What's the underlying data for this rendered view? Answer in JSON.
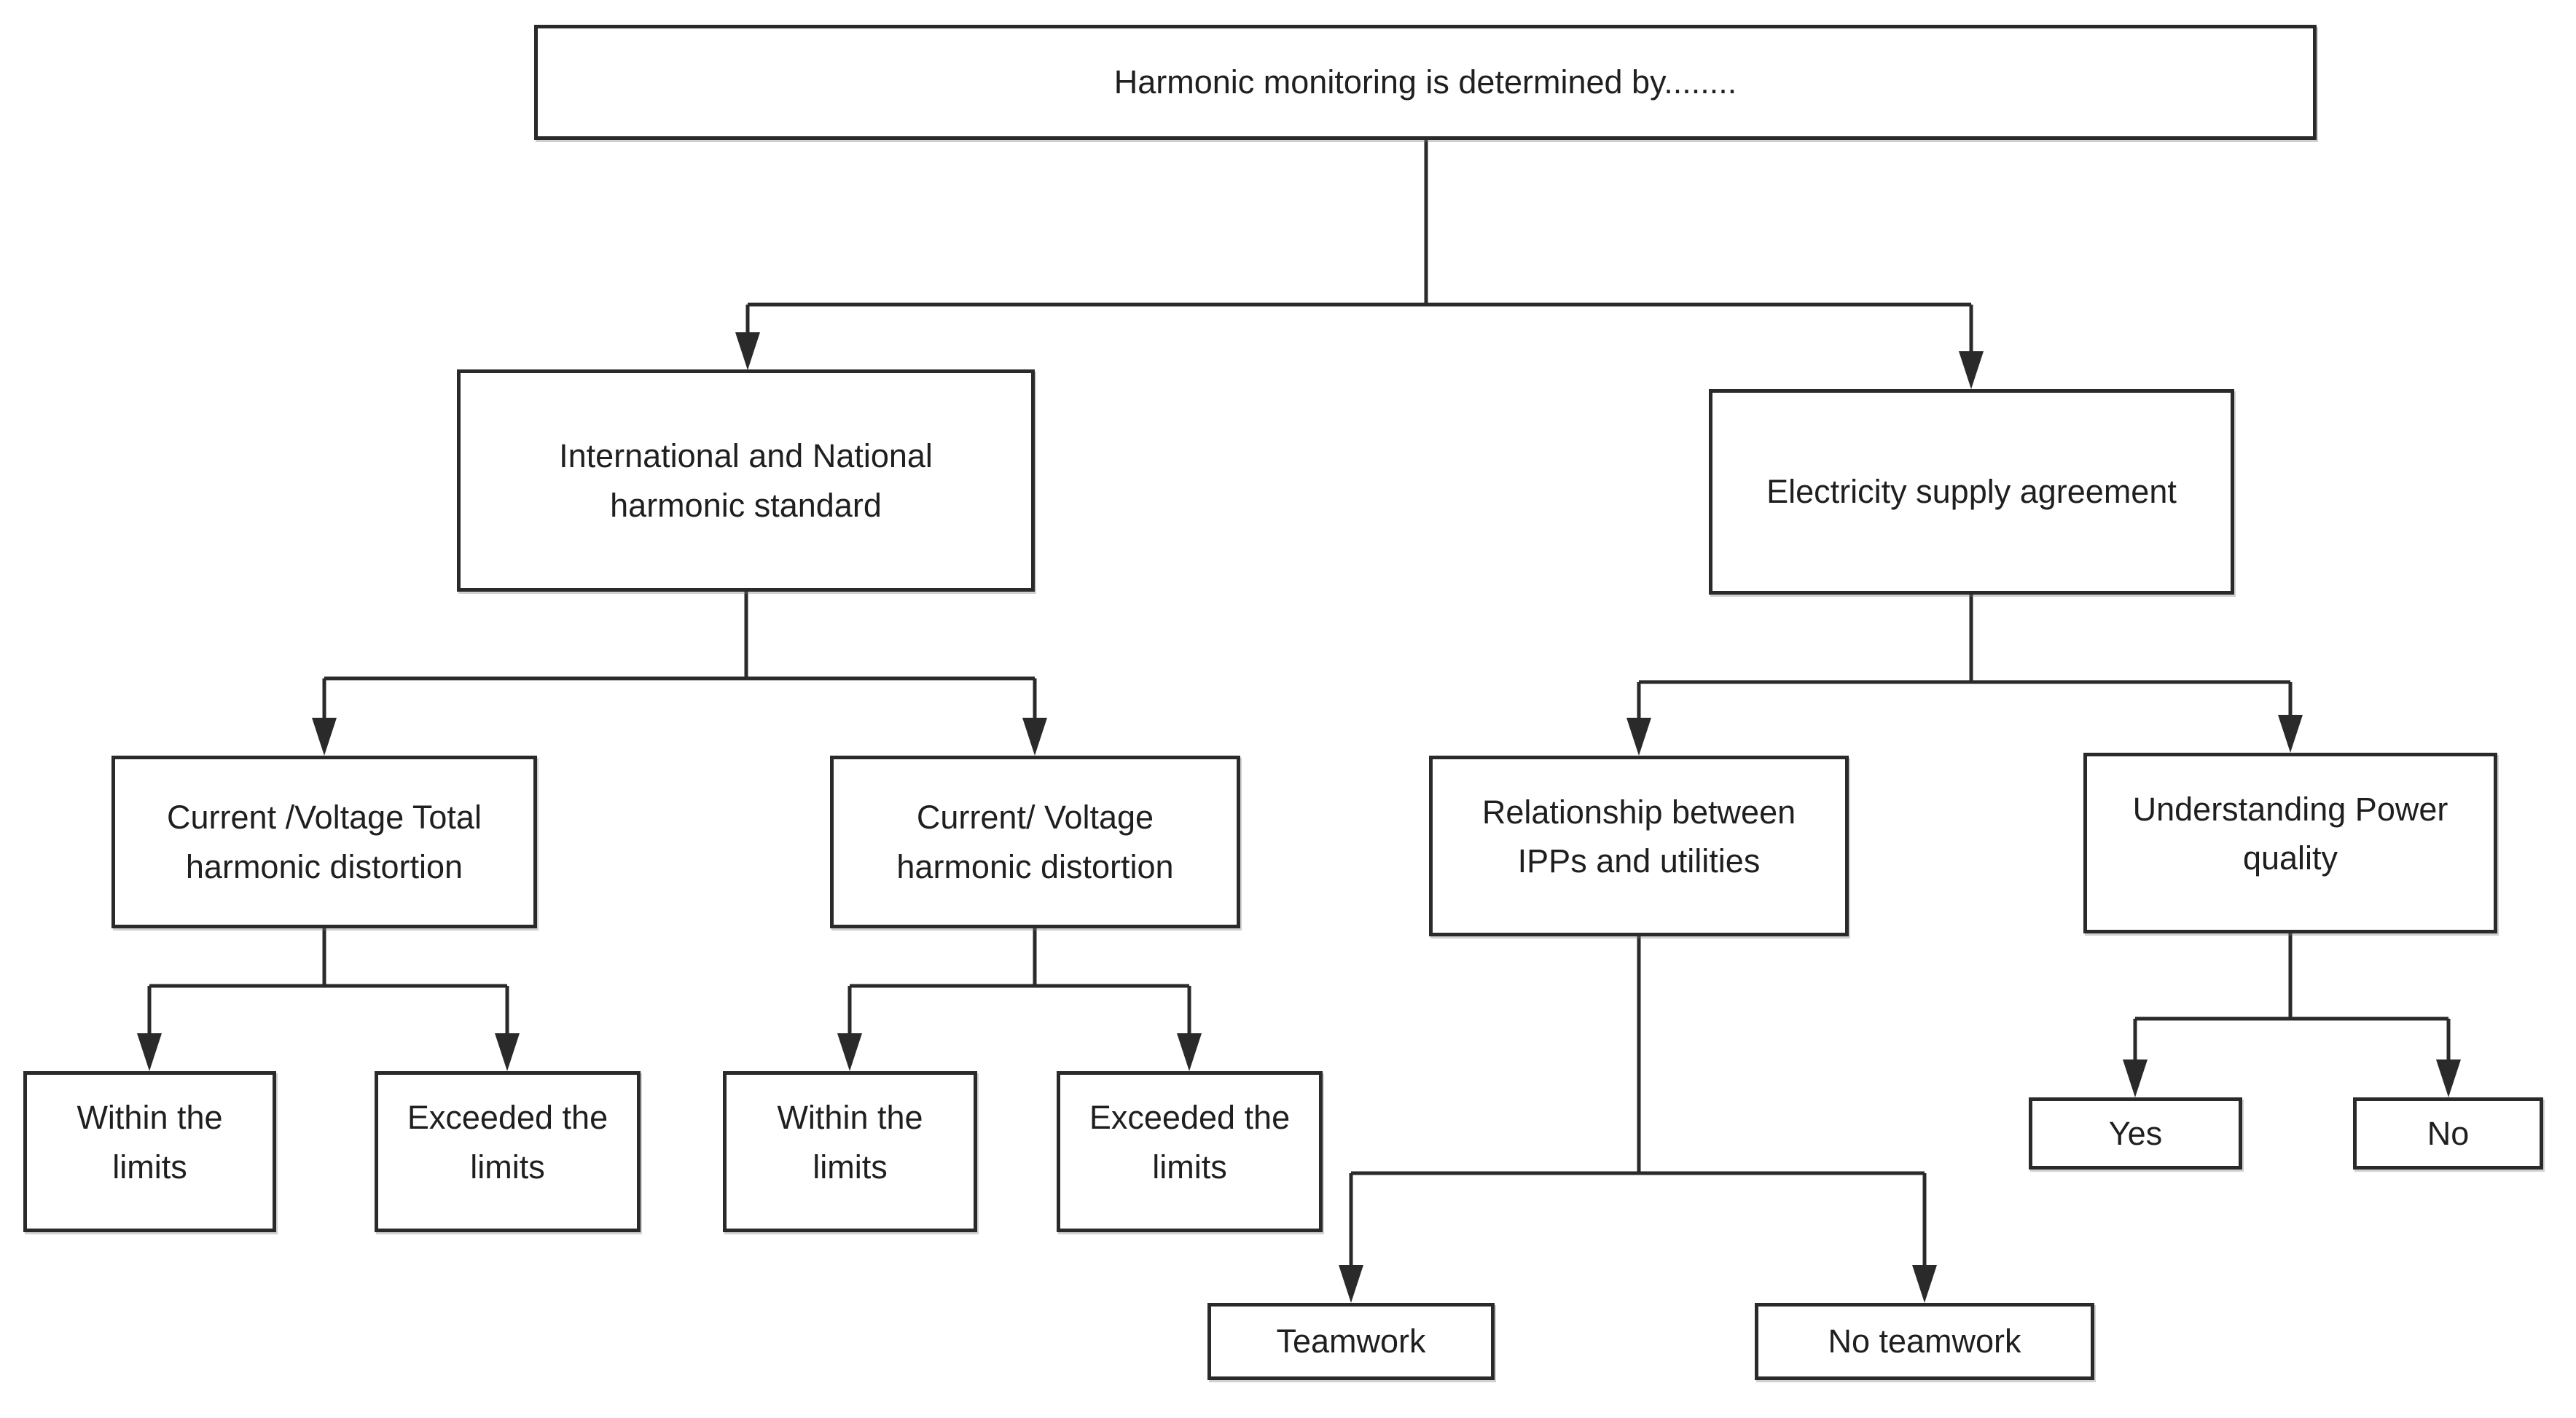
{
  "diagram": {
    "background_color": "#ffffff",
    "line_color": "#2a2a2a",
    "nodes": {
      "root": {
        "label": "Harmonic monitoring is determined by........"
      },
      "standard": {
        "label": "International and National\nharmonic standard"
      },
      "agreement": {
        "label": "Electricity supply agreement"
      },
      "thd_total": {
        "label": "Current /Voltage Total\nharmonic distortion"
      },
      "thd": {
        "label": "Current/ Voltage\nharmonic distortion"
      },
      "relationship": {
        "label": "Relationship between\nIPPs and utilities"
      },
      "power_quality": {
        "label": "Understanding Power\nquality"
      },
      "within_limits_1": {
        "label": "Within the\nlimits"
      },
      "exceeded_limits_1": {
        "label": "Exceeded the\nlimits"
      },
      "within_limits_2": {
        "label": "Within the\nlimits"
      },
      "exceeded_limits_2": {
        "label": "Exceeded the\nlimits"
      },
      "yes": {
        "label": "Yes"
      },
      "no": {
        "label": "No"
      },
      "teamwork": {
        "label": "Teamwork"
      },
      "no_teamwork": {
        "label": "No teamwork"
      }
    },
    "edges": [
      [
        "root",
        "standard"
      ],
      [
        "root",
        "agreement"
      ],
      [
        "standard",
        "thd_total"
      ],
      [
        "standard",
        "thd"
      ],
      [
        "agreement",
        "relationship"
      ],
      [
        "agreement",
        "power_quality"
      ],
      [
        "thd_total",
        "within_limits_1"
      ],
      [
        "thd_total",
        "exceeded_limits_1"
      ],
      [
        "thd",
        "within_limits_2"
      ],
      [
        "thd",
        "exceeded_limits_2"
      ],
      [
        "relationship",
        "teamwork"
      ],
      [
        "relationship",
        "no_teamwork"
      ],
      [
        "power_quality",
        "yes"
      ],
      [
        "power_quality",
        "no"
      ]
    ]
  }
}
